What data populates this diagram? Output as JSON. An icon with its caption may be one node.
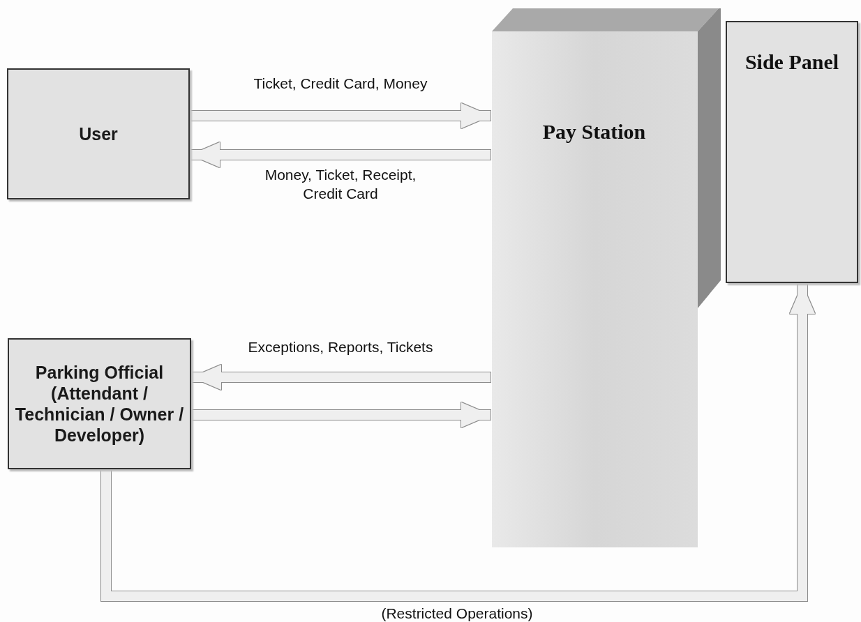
{
  "diagram": {
    "nodes": [
      {
        "text": [
          "User"
        ]
      },
      {
        "text": [
          "Pay Station"
        ]
      },
      {
        "text": [
          "Side Panel"
        ]
      },
      {
        "text": [
          "Parking Official (Attendant / Technician / Owner / Developer)"
        ]
      }
    ],
    "edges": [
      {
        "from": 0,
        "to": 1,
        "arrow": "to",
        "label": "Ticket, Credit Card, Money"
      },
      {
        "from": 1,
        "to": 0,
        "arrow": "to",
        "label": "Money, Ticket, Receipt, Credit Card"
      },
      {
        "from": 1,
        "to": 3,
        "arrow": "to",
        "label": "Exceptions, Reports, Tickets"
      },
      {
        "from": 3,
        "to": 1,
        "arrow": "to"
      },
      {
        "from": 3,
        "to": 2,
        "arrow": "to",
        "label": "(Restricted Operations)"
      }
    ]
  }
}
